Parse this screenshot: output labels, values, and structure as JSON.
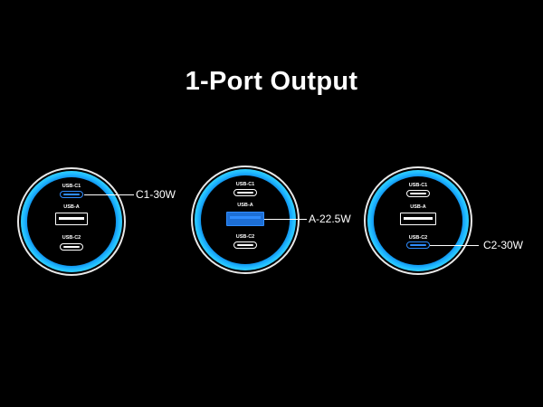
{
  "title": "1-Port Output",
  "port_labels": {
    "c1": "USB-C1",
    "a": "USB-A",
    "c2": "USB-C2"
  },
  "chargers": [
    {
      "active_port": "USB-C1",
      "callout": "C1-30W"
    },
    {
      "active_port": "USB-A",
      "callout": "A-22.5W"
    },
    {
      "active_port": "USB-C2",
      "callout": "C2-30W"
    }
  ],
  "colors": {
    "background": "#000000",
    "ring_glow": "#1db4ff",
    "active_port": "#2f8cff"
  }
}
